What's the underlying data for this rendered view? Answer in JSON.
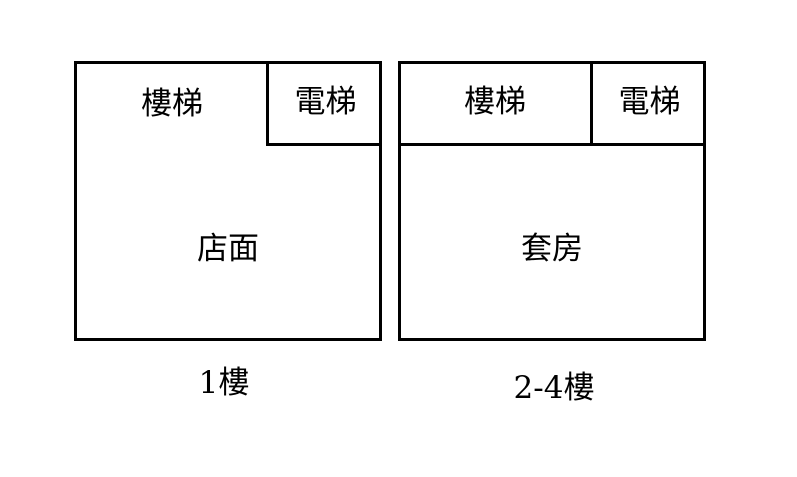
{
  "floors": [
    {
      "caption": "1樓",
      "stairs": "樓梯",
      "elevator": "電梯",
      "main_room": "店面"
    },
    {
      "caption": "2-4樓",
      "stairs": "樓梯",
      "elevator": "電梯",
      "main_room": "套房"
    }
  ]
}
